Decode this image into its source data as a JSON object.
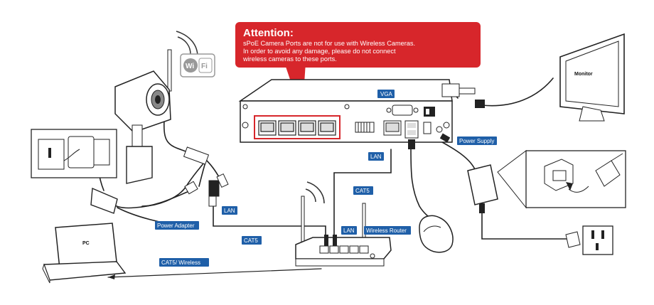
{
  "attention": {
    "title": "Attention:",
    "line1": "sPoE Camera Ports are not for use with Wireless Cameras.",
    "line2": "In order to avoid any damage, please do not connect",
    "line3": "wireless cameras to these ports."
  },
  "labels": {
    "vga": "VGA",
    "lan_nvr": "LAN",
    "cat5_nvr": "CAT5",
    "power_supply": "Power Supply",
    "lan_camera": "LAN",
    "cat5_camera": "CAT5",
    "power_adapter": "Power Adapter",
    "lan_router": "LAN",
    "wireless_router": "Wireless Router",
    "cat5_wireless": "CAT5/ Wireless",
    "monitor": "Monitor",
    "pc": "PC",
    "wifi_left": "Wi",
    "wifi_right": "Fi"
  },
  "colors": {
    "alert_red": "#d7262b",
    "label_blue": "#1f5fa8",
    "line": "#222222"
  }
}
